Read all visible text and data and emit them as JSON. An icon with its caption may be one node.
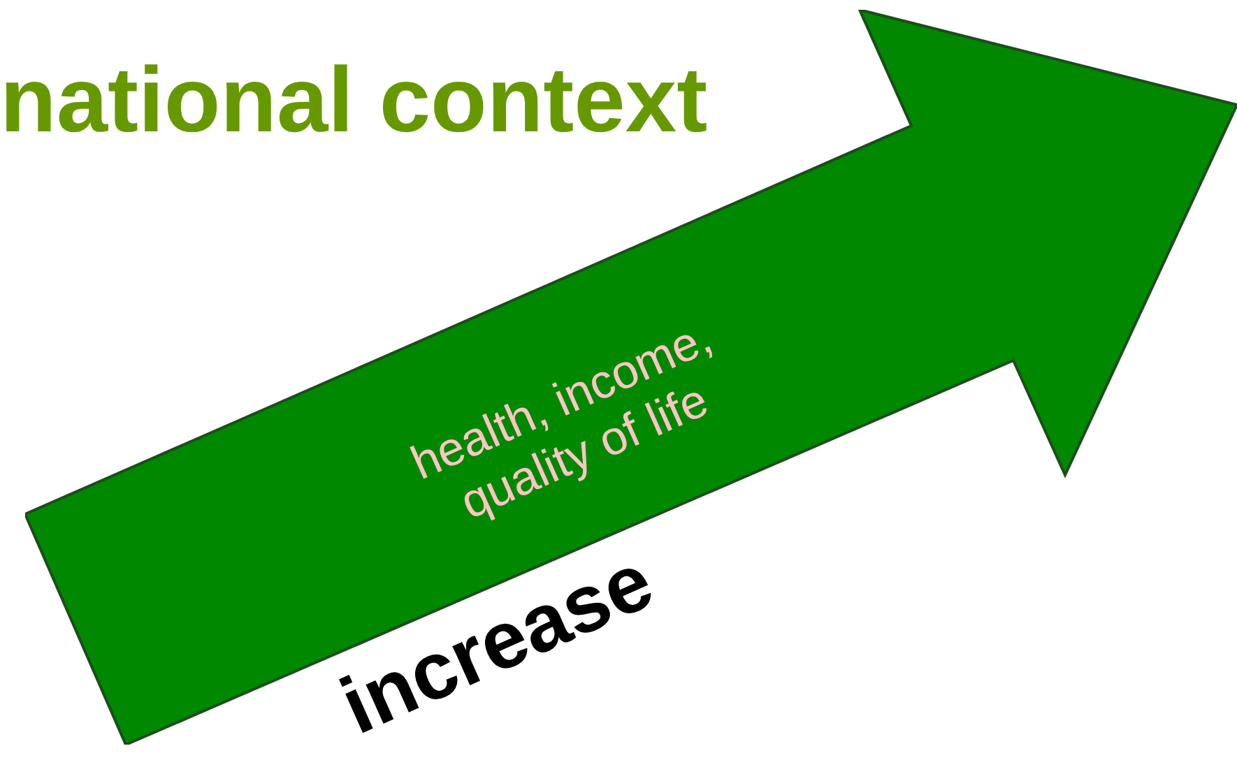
{
  "diagram": {
    "title": "national context",
    "nodes": [
      {
        "text": [
          "health, income, quality of life"
        ],
        "beside": [
          "increase"
        ]
      }
    ]
  }
}
